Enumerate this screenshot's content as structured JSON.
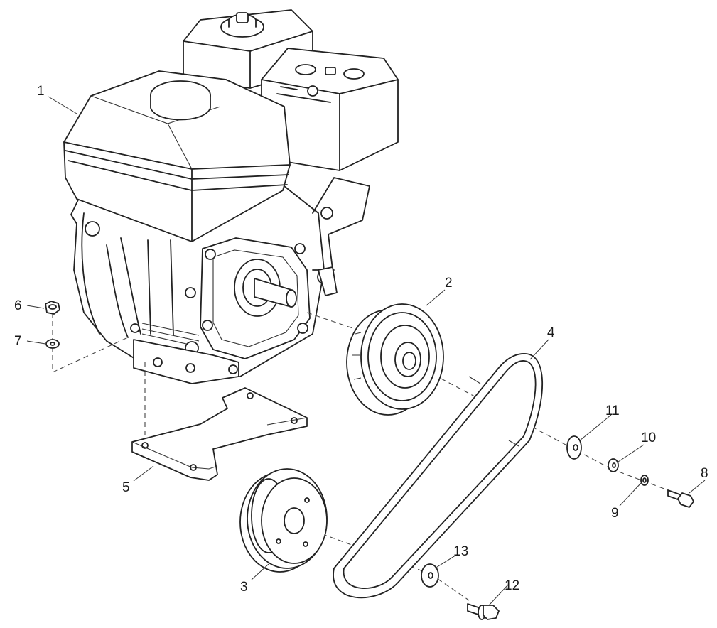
{
  "colors": {
    "line": "#222222",
    "background": "#ffffff",
    "label": "#1a1a1a"
  },
  "callouts": [
    {
      "id": "engine",
      "number": "1"
    },
    {
      "id": "drive-pulley",
      "number": "2"
    },
    {
      "id": "driven-pulley",
      "number": "3"
    },
    {
      "id": "v-belt",
      "number": "4"
    },
    {
      "id": "mounting-plate",
      "number": "5"
    },
    {
      "id": "nut",
      "number": "6"
    },
    {
      "id": "washer-small",
      "number": "7"
    },
    {
      "id": "bolt-right",
      "number": "8"
    },
    {
      "id": "lock-washer",
      "number": "9"
    },
    {
      "id": "flat-washer",
      "number": "10"
    },
    {
      "id": "large-washer-upper",
      "number": "11"
    },
    {
      "id": "flange-bolt",
      "number": "12"
    },
    {
      "id": "large-washer-lower",
      "number": "13"
    }
  ]
}
